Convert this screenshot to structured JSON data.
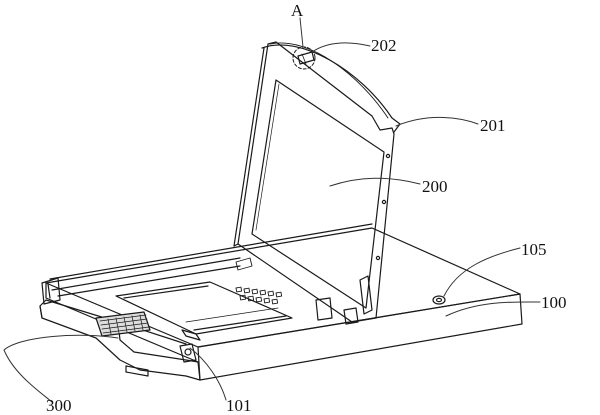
{
  "figure": {
    "view_label": "A",
    "labels": {
      "screen": "200",
      "lid_frame": "201",
      "latch": "202",
      "base_housing": "100",
      "base_rail": "101",
      "indicator": "105",
      "keyboard_tray": "300"
    }
  },
  "colors": {
    "line": "#1a1a1a",
    "leader": "#333333",
    "background": "#ffffff",
    "shade": "#dcdcdc"
  }
}
